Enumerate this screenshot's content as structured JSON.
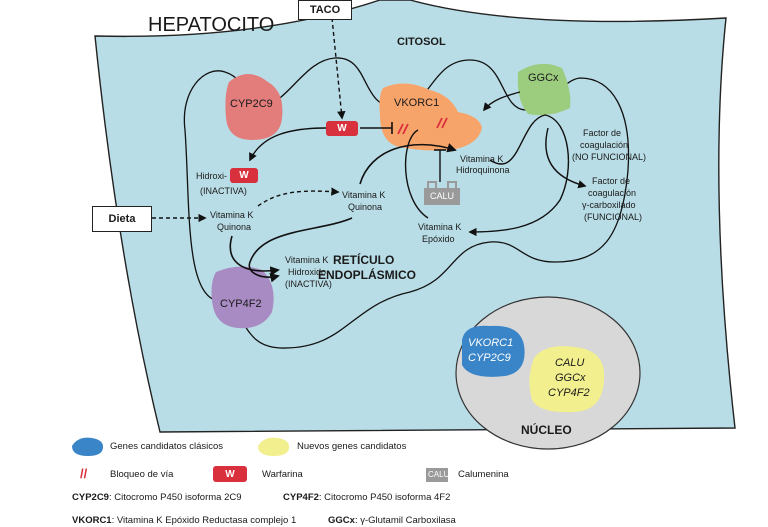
{
  "labels": {
    "hepatocito": "HEPATOCITO",
    "citosol": "CITOSOL",
    "reticulo_line1": "RETÍCULO",
    "reticulo_line2": "ENDOPLÁSMICO",
    "nucleo": "NÚCLEO",
    "taco": "TACO",
    "dieta": "Dieta"
  },
  "genes": {
    "cyp2c9": "CYP2C9",
    "vkorc1": "VKORC1",
    "ggcx": "GGCx",
    "cyp4f2": "CYP4F2",
    "calu": "CALU"
  },
  "metabolites": {
    "hidroxi": "Hidroxi-",
    "inactiva": "(INACTIVA)",
    "w": "W",
    "vk_quinona_left_1": "Vitamina K",
    "vk_quinona_left_2": "Quinona",
    "vk_quinona_center_1": "Vitamina K",
    "vk_quinona_center_2": "Quinona",
    "vk_hidroquinona_1": "Vitamina K",
    "vk_hidroquinona_2": "Hidroquinona",
    "vk_epoxido_1": "Vitamina K",
    "vk_epoxido_2": "Epóxido",
    "vk_hidroxido_1": "Vitamina K",
    "vk_hidroxido_2": "Hidroxido",
    "vk_hidroxido_3": "(INACTIVA)",
    "factor_nf_1": "Factor de",
    "factor_nf_2": "coagulación",
    "factor_nf_3": "(NO FUNCIONAL)",
    "factor_f_1": "Factor de",
    "factor_f_2": "coagulación",
    "factor_f_3": "γ-carboxilado",
    "factor_f_4": "(FUNCIONAL)"
  },
  "nucleus": {
    "blue_1": "VKORC1",
    "blue_2": "CYP2C9",
    "yellow_1": "CALU",
    "yellow_2": "GGCx",
    "yellow_3": "CYP4F2"
  },
  "legend": {
    "clasicos": "Genes candidatos clásicos",
    "nuevos": "Nuevos genes candidatos",
    "bloqueo_symbol": "//",
    "bloqueo": "Bloqueo de vía",
    "warfarina_symbol": "W",
    "warfarina": "Warfarina",
    "calu_symbol": "CALU",
    "calumenina": "Calumenina",
    "cyp2c9_abbr": "CYP2C9",
    "cyp2c9_def": ": Citocromo P450 isoforma 2C9",
    "cyp4f2_abbr": "CYP4F2",
    "cyp4f2_def": ": Citocromo P450 isoforma 4F2",
    "vkorc1_abbr": "VKORC1",
    "vkorc1_def": ": Vitamina K Epóxido Reductasa complejo 1",
    "ggcx_abbr": "GGCx",
    "ggcx_def": ": γ-Glutamil Carboxilasa"
  },
  "colors": {
    "cell": "#b9dde6",
    "cyp2c9": "#e27d7c",
    "vkorc1": "#f7a46b",
    "ggcx": "#9ccc7e",
    "cyp4f2": "#a98bc4",
    "nucleus": "#d8d8d8",
    "blue_gene": "#3a84c8",
    "yellow_gene": "#f2ef8e",
    "warfarin": "#d9303e",
    "calu": "#9a9a9a"
  }
}
